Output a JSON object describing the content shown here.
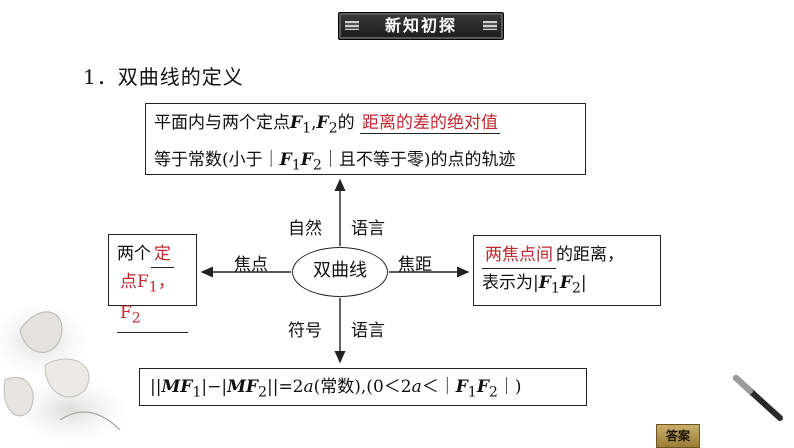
{
  "banner": {
    "title": "新知初探"
  },
  "heading": "1．双曲线的定义",
  "top_box": {
    "line1_prefix": "平面内与两个定点",
    "line1_mid": "的",
    "line1_fill": "距离的差的绝对值",
    "line2_prefix": "等于常数(小于",
    "line2_suffix": "且不等于零)的点的轨迹"
  },
  "symbols": {
    "F": "F",
    "sub1": "1",
    "sub2": "2",
    "comma": ","
  },
  "center": {
    "label": "双曲线"
  },
  "labels": {
    "natural_left": "自然",
    "natural_right": "语言",
    "focus": "焦点",
    "focal_distance": "焦距",
    "symbol_left": "符号",
    "symbol_right": "语言"
  },
  "left_box": {
    "prefix": "两个",
    "fill_a": "定",
    "fill_b": "点F",
    "fill_sep": "，F"
  },
  "right_box": {
    "fill": "两焦点间",
    "suffix": "的距离，",
    "line2": "表示为"
  },
  "bottom_box": {
    "formula_a": "||",
    "formula_mf": "MF",
    "formula_b": "|−|",
    "formula_c": "||=2",
    "formula_a_var": "a",
    "formula_d": "(常数),(0＜2",
    "formula_e": "＜",
    "formula_f": ")"
  },
  "answer_button": {
    "label": "答案"
  },
  "icons": [
    "brush-icon",
    "lotus-decoration"
  ]
}
